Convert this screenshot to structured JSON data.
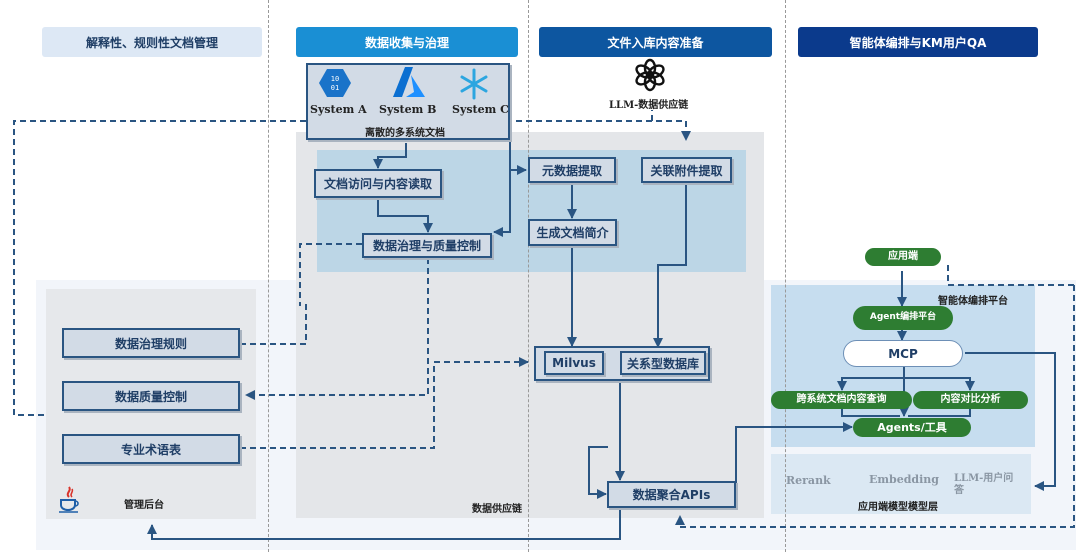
{
  "headers": {
    "col1": "解释性、规则性文档管理",
    "col2": "数据收集与治理",
    "col3": "文件入库内容准备",
    "col4": "智能体编排与KM用户QA"
  },
  "sources": {
    "system_a": "System A",
    "system_b": "System B",
    "system_c": "System C",
    "caption": "离散的多系统文档"
  },
  "llm_chain": "LLM-数据供应链",
  "collection": {
    "doc_access": "文档访问与内容读取",
    "governance_qc": "数据治理与质量控制",
    "metadata_extract": "元数据提取",
    "attachment_extract": "关联附件提取",
    "summary_gen": "生成文档简介"
  },
  "storage": {
    "milvus": "Milvus",
    "relational_db": "关系型数据库",
    "aggregation_apis": "数据聚合APIs",
    "zone_caption": "数据供应链"
  },
  "admin": {
    "rules": "数据治理规则",
    "quality": "数据质量控制",
    "glossary": "专业术语表",
    "caption": "管理后台"
  },
  "platform": {
    "app_end": "应用端",
    "title": "智能体编排平台",
    "agent_platform": "Agent编排平台",
    "mcp": "MCP",
    "cross_query": "跨系统文档内容查询",
    "compare": "内容对比分析",
    "agents_tools": "Agents/工具"
  },
  "models": {
    "rerank": "Rerank",
    "embedding": "Embedding",
    "llm_qa": "LLM-用户问答",
    "caption": "应用端模型模型层"
  },
  "colors": {
    "header_light": "#dde8f5",
    "header_mid": "#1a8fd4",
    "header_dark": "#0d56a0",
    "header_darkest": "#0b3a8c",
    "line": "#2a5582",
    "green": "#2e7d32"
  }
}
